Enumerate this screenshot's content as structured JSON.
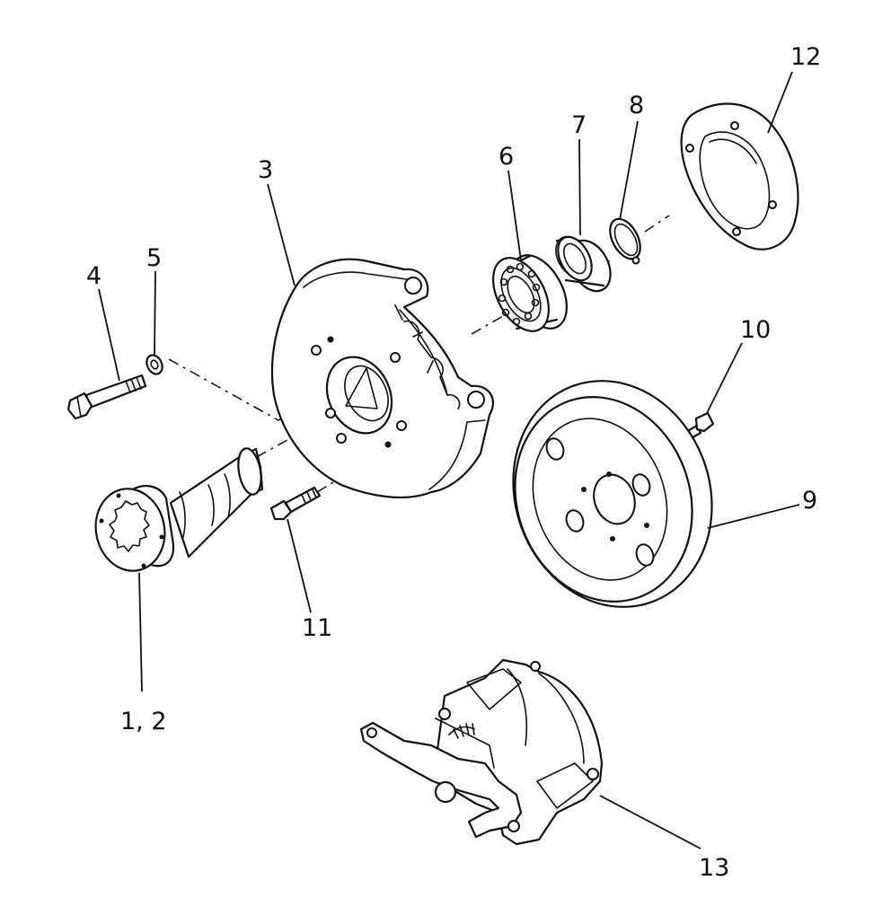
{
  "figure": {
    "callouts": [
      "12",
      "7",
      "8",
      "6",
      "3",
      "5",
      "4",
      "10",
      "9",
      "11",
      "1, 2",
      "13"
    ]
  }
}
